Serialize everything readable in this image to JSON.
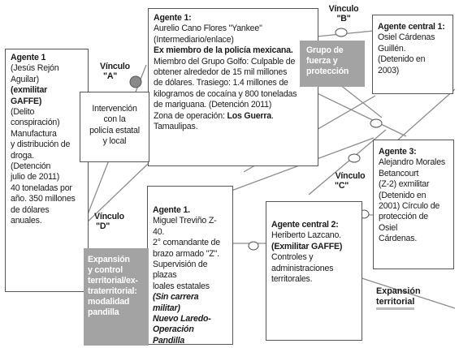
{
  "agent1_left": {
    "title": "Agente 1",
    "line1": "(Jesús Rejón",
    "line2": "Aguilar)",
    "line3": "(exmilitar",
    "line4": "GAFFE)",
    "line5": "(Delito",
    "line6": "conspiración)",
    "line7": "Manufactura",
    "line8": "y distribución de",
    "line9": "droga.",
    "line10": "(Detención",
    "line11": "julio de 2011)",
    "line12": "40 toneladas por",
    "line13": "año. 350 millones",
    "line14": "de dólares",
    "line15": "anuales."
  },
  "agent1_top": {
    "title": "Agente 1:",
    "line1": "Aurelio Cano Flores \"Yankee\"",
    "line2": "(Intermediario/enlace)",
    "line3": "Ex miembro de la policía mexicana.",
    "line4": "Miembro del Grupo Golfo: Culpable de",
    "line5": "obtener alrededor de 15 mil millones",
    "line6": "de dólares. Trasiego: 1.4 millones de",
    "line7": "kilogramos de cocaína y 800 toneladas",
    "line8": "de mariguana. (Detención 2011)",
    "line9_prefix": "Zona de operación: ",
    "line9_bold": "Los Guerra",
    "line9_suffix": ".",
    "line10": "Tamaulipas."
  },
  "central1": {
    "title": "Agente central 1:",
    "line1": "Osiel Cárdenas",
    "line2": "Guillén.",
    "line3": "(Detenido en",
    "line4": "2003)"
  },
  "agent3": {
    "title": "Agente 3:",
    "line1": "Alejandro Morales",
    "line2": "Betancourt",
    "line3": "(Z-2) exmilitar",
    "line4": "(Detenido en",
    "line5": "2001) Círculo de",
    "line6": "protección de Osiel",
    "line7": "Cárdenas."
  },
  "agent1_bottom": {
    "title": "Agente 1.",
    "line1": "Miguel Treviño Z-40.",
    "line2": "2° comandante de",
    "line3": "brazo armado \"Z\".",
    "line4": "Supervisión de plazas",
    "line5": "loales estatales",
    "line6": "(Sin carrera militar)",
    "line7": "Nuevo Laredo-",
    "line8": "Operación Pandilla"
  },
  "central2": {
    "title": "Agente central 2:",
    "line1": "Heriberto Lazcano.",
    "line2": "(Exmilitar GAFFE)",
    "line3": "Controles y",
    "line4": "administraciones",
    "line5": "territorales."
  },
  "intervention": {
    "line1": "Intervención",
    "line2": "con la",
    "line3": "policía estatal",
    "line4": "y local"
  },
  "gray_force": {
    "line1": "Grupo de",
    "line2": "fuerza y",
    "line3": "protección"
  },
  "gray_expansion": {
    "line1": "Expansión",
    "line2": "y control",
    "line3": "territorial/ex-",
    "line4": "traterritorial:",
    "line5": "modalidad",
    "line6": "pandilla"
  },
  "expansion_label": {
    "line1": "Expansión",
    "line2": "territorial"
  },
  "vinculos": {
    "a_title": "Vínculo",
    "a_letter": "\"A\"",
    "b_title": "Vínculo",
    "b_letter": "\"B\"",
    "c_title": "Vínculo",
    "c_letter": "\"C\"",
    "d_title": "Vínculo",
    "d_letter": "\"D\""
  },
  "colors": {
    "line": "#555555",
    "gray_box": "#a3a3a3",
    "node_fill": "#8a8a8a"
  }
}
